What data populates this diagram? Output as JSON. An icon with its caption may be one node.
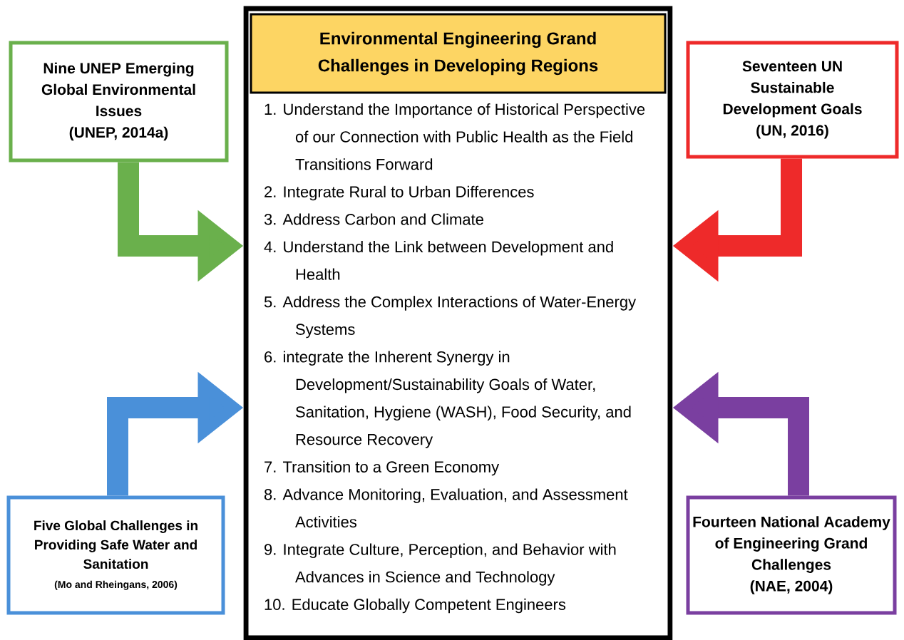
{
  "diagram": {
    "nodes": [
      {
        "text": [],
        "shape": "box"
      },
      {
        "text": [
          "Environmental Engineering Grand Challenges in Developing Regions"
        ],
        "in": 0
      },
      {
        "text": [
          "1. Understand the Importance of Historical Perspective of our Connection with Public Health as the Field Transitions Forward",
          "2. Integrate Rural to Urban Differences",
          "3. Address Carbon and Climate",
          "4. Understand the Link between Development and Health",
          "5. Address the Complex Interactions of Water-Energy Systems",
          "6. integrate the Inherent Synergy in Development/Sustainability Goals of Water, Sanitation, Hygiene (WASH), Food Security, and Resource Recovery",
          "7. Transition to a Green Economy",
          "8. Advance Monitoring, Evaluation, and Assessment Activities",
          "9. Integrate Culture, Perception, and Behavior with Advances in Science and Technology",
          "10. Educate Globally Competent Engineers"
        ],
        "in": 0
      },
      {
        "text": [
          "Nine UNEP Emerging Global Environmental Issues",
          "(UNEP, 2014a)"
        ]
      },
      {
        "text": [
          "Seventeen UN Sustainable Development Goals",
          "(UN, 2016)"
        ]
      },
      {
        "text": [
          "Five Global Challenges in Providing Safe Water and Sanitation",
          "(Mo and Rheingans, 2006)"
        ]
      },
      {
        "text": [
          "Fourteen National Academy of Engineering Grand Challenges",
          "(NAE, 2004)"
        ]
      }
    ],
    "edges": [
      {
        "from": 3,
        "to": 0,
        "arrow": "to",
        "color": "#6ab04c"
      },
      {
        "from": 4,
        "to": 0,
        "arrow": "to",
        "color": "#ee2a2a"
      },
      {
        "from": 5,
        "to": 0,
        "arrow": "to",
        "color": "#4a90d9"
      },
      {
        "from": 6,
        "to": 0,
        "arrow": "to",
        "color": "#7a3fa0"
      }
    ]
  }
}
